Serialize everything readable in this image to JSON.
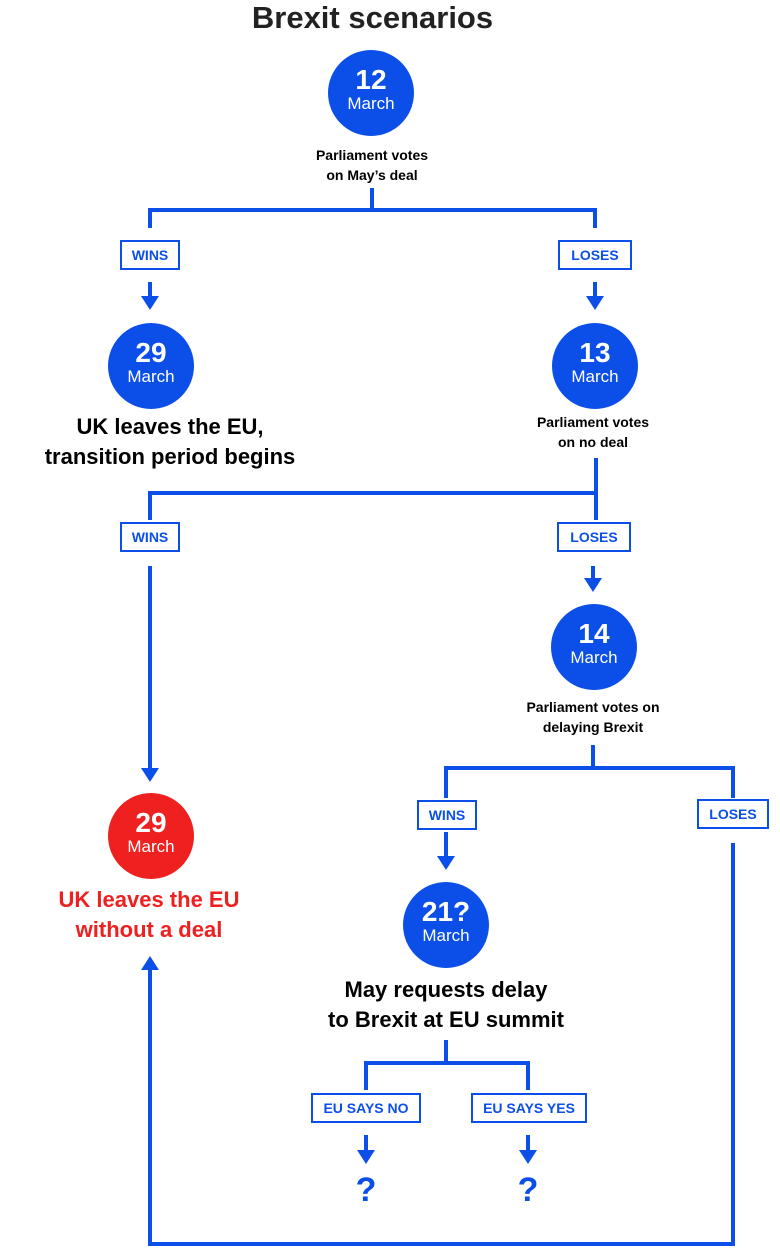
{
  "title": "Brexit scenarios",
  "colors": {
    "blue": "#0c4fe8",
    "red": "#ee2020"
  },
  "nodes": {
    "n12": {
      "day": "12",
      "month": "March",
      "text_lines": [
        "Parliament votes",
        "on May’s deal"
      ]
    },
    "n29_deal": {
      "day": "29",
      "month": "March",
      "text_lines": [
        "UK leaves the EU,",
        "transition period begins"
      ]
    },
    "n13": {
      "day": "13",
      "month": "March",
      "text_lines": [
        "Parliament votes",
        "on no deal"
      ]
    },
    "n14": {
      "day": "14",
      "month": "March",
      "text_lines": [
        "Parliament votes on",
        "delaying Brexit"
      ]
    },
    "n29_nodeal": {
      "day": "29",
      "month": "March",
      "text_lines": [
        "UK leaves the EU",
        "without a deal"
      ]
    },
    "n21": {
      "day": "21?",
      "month": "March",
      "text_lines": [
        "May requests delay",
        "to Brexit at EU summit"
      ]
    }
  },
  "tags": {
    "wins_1": "WINS",
    "loses_1": "LOSES",
    "wins_2": "WINS",
    "loses_2": "LOSES",
    "wins_3": "WINS",
    "loses_3": "LOSES",
    "eu_no": "EU SAYS NO",
    "eu_yes": "EU SAYS YES"
  },
  "outcomes": {
    "q1": "?",
    "q2": "?"
  }
}
